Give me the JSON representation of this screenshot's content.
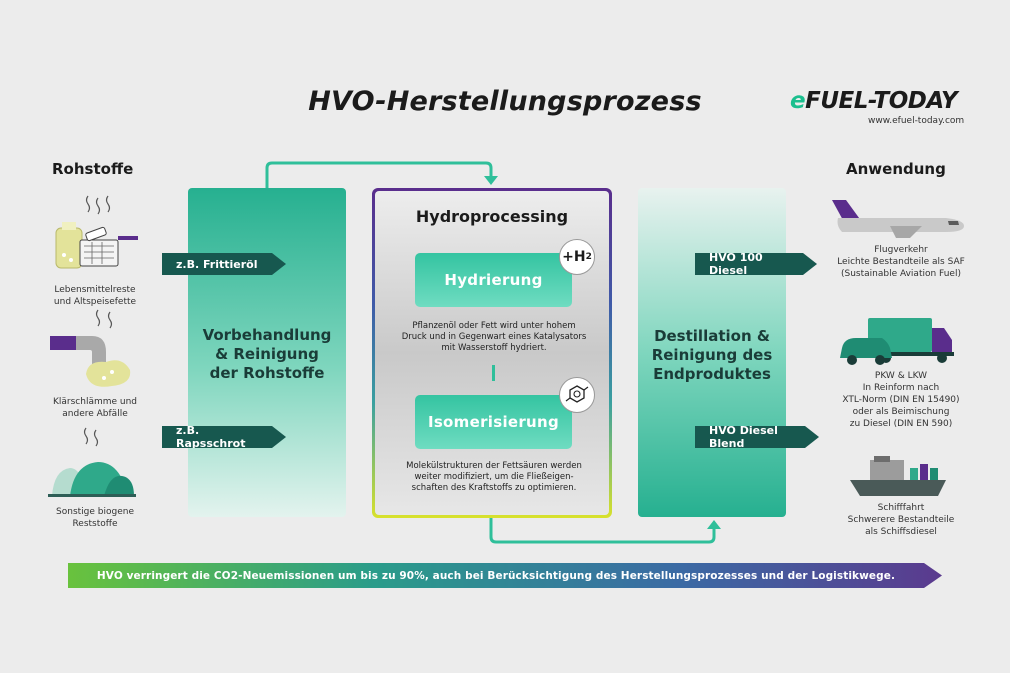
{
  "title": "HVO-Herstellungsprozess",
  "logo": {
    "e": "e",
    "rest": "FUEL-TODAY",
    "url": "www.efuel-today.com"
  },
  "left": {
    "heading": "Rohstoffe",
    "items": [
      {
        "caption_lines": [
          "Lebensmittelreste",
          "und Altspeisefette"
        ]
      },
      {
        "caption_lines": [
          "Klärschlämme und",
          "andere Abfälle"
        ]
      },
      {
        "caption_lines": [
          "Sonstige biogene",
          "Reststoffe"
        ]
      }
    ]
  },
  "tags": {
    "frittieroel": "z.B. Frittieröl",
    "rapsschrot": "z.B. Rapsschrot",
    "hvo100": "HVO 100 Diesel",
    "blend": "HVO Diesel Blend"
  },
  "pretreatment": {
    "lines": [
      "Vorbehandlung",
      "& Reinigung",
      "der Rohstoffe"
    ]
  },
  "hydroprocessing": {
    "title": "Hydroprocessing",
    "stage1": {
      "label": "Hydrierung",
      "badge": "+H",
      "badge_sub": "2",
      "desc_lines": [
        "Pflanzenöl oder Fett wird unter hohem",
        "Druck und in Gegenwart eines Katalysators",
        "mit Wasserstoff hydriert."
      ]
    },
    "stage2": {
      "label": "Isomerisierung",
      "desc_lines": [
        "Molekülstrukturen der Fettsäuren werden",
        "weiter modifiziert, um die Fließeigen-",
        "schaften des Kraftstoffs zu optimieren."
      ]
    }
  },
  "posttreatment": {
    "lines": [
      "Destillation &",
      "Reinigung des",
      "Endproduktes"
    ]
  },
  "right": {
    "heading": "Anwendung",
    "items": [
      {
        "name": "Flugverkehr",
        "caption_lines": [
          "Leichte Bestandteile als SAF",
          "(Sustainable Aviation Fuel)"
        ]
      },
      {
        "name": "PKW & LKW",
        "caption_lines": [
          "In Reinform nach",
          "XTL-Norm (DIN EN 15490)",
          "oder als Beimischung",
          "zu Diesel (DIN EN 590)"
        ]
      },
      {
        "name": "Schifffahrt",
        "caption_lines": [
          "Schwerere Bestandteile",
          "als Schiffsdiesel"
        ]
      }
    ]
  },
  "banner": "HVO verringert die CO2-Neuemissionen um bis zu 90%, auch bei Berücksichtigung des Herstellungsprozesses und der Logistikwege.",
  "colors": {
    "teal_dark": "#17584f",
    "teal": "#26b090",
    "mint": "#34c4a1",
    "purple": "#5a2d8c",
    "yellow": "#d8e12c",
    "background": "#ececec"
  },
  "icons": [
    "frying-pan-icon",
    "pipe-sludge-icon",
    "biomass-heap-icon",
    "airplane-icon",
    "truck-car-icon",
    "ship-icon",
    "molecule-icon"
  ]
}
